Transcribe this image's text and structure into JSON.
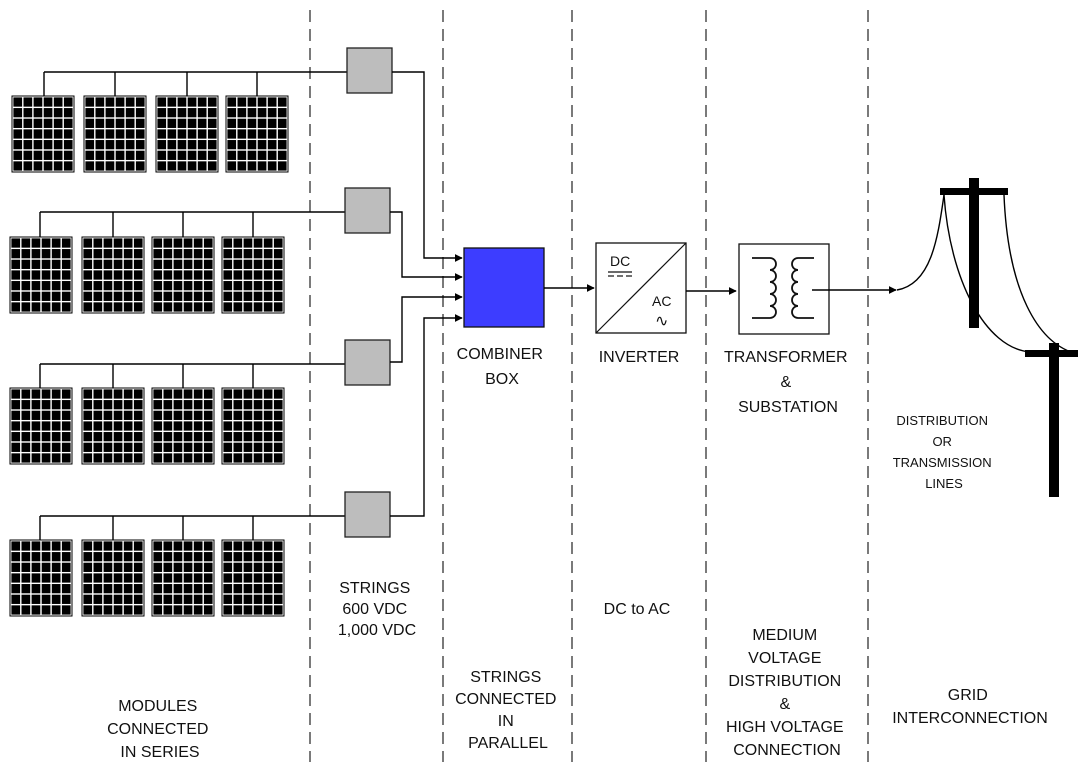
{
  "colors": {
    "combiner_fill": "#3d3dff",
    "junction_fill": "#bdbdbd",
    "module_fill": "#000000"
  },
  "sections": {
    "modules": {
      "lines": [
        "MODULES",
        "CONNECTED",
        "IN SERIES"
      ]
    },
    "strings": {
      "lines": [
        "STRINGS",
        "600 VDC",
        "1,000 VDC"
      ]
    },
    "parallel": {
      "lines": [
        "STRINGS",
        "CONNECTED",
        "IN",
        "PARALLEL"
      ]
    },
    "dc_ac": {
      "lines": [
        "DC to AC"
      ]
    },
    "voltage": {
      "lines": [
        "MEDIUM",
        "VOLTAGE",
        "DISTRIBUTION",
        "&",
        "HIGH VOLTAGE",
        "CONNECTION"
      ]
    },
    "grid": {
      "lines": [
        "GRID",
        "INTERCONNECTION"
      ]
    }
  },
  "components": {
    "combiner": {
      "lines": [
        "COMBINER",
        "BOX"
      ]
    },
    "inverter": {
      "label": "INVERTER",
      "dc": "DC",
      "ac": "AC",
      "ac_symbol": "∿"
    },
    "transformer": {
      "lines": [
        "TRANSFORMER",
        "&",
        "SUBSTATION"
      ]
    },
    "lines": {
      "lines": [
        "DISTRIBUTION",
        "OR",
        "TRANSMISSION",
        "LINES"
      ]
    }
  }
}
